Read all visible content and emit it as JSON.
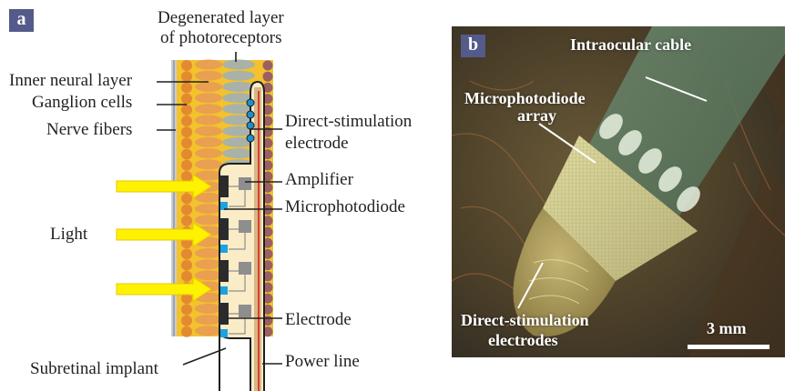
{
  "panel_a": {
    "tag": "a",
    "labels": {
      "degenerated_line1": "Degenerated layer",
      "degenerated_line2": "of photoreceptors",
      "inner_neural": "Inner neural layer",
      "ganglion": "Ganglion cells",
      "nerve_fibers": "Nerve fibers",
      "direct_stim_line1": "Direct-stimulation",
      "direct_stim_line2": "electrode",
      "amplifier": "Amplifier",
      "microphotodiode": "Microphotodiode",
      "light": "Light",
      "electrode": "Electrode",
      "subretinal": "Subretinal implant",
      "power_line": "Power line"
    },
    "colors": {
      "tissue_yellow": "#f3c22c",
      "ganglion_orange": "#e38a30",
      "inner_neural": "#e9a050",
      "photoreceptor_gray": "#a9b2a8",
      "pigment_brown": "#9b6060",
      "implant_cream": "#fbecc8",
      "electrode_black": "#2b2b2b",
      "amplifier_gray": "#8e8e8e",
      "photodiode_blue": "#1aa3e0",
      "stim_electrode_blue": "#1c8fd0",
      "power_red": "#e23b2a",
      "light_yellow": "#fff200"
    }
  },
  "panel_b": {
    "tag": "b",
    "labels": {
      "intraocular_cable": "Intraocular cable",
      "array_line1": "Microphotodiode",
      "array_line2": "array",
      "stim_line1": "Direct-stimulation",
      "stim_line2": "electrodes",
      "scale": "3 mm"
    }
  }
}
